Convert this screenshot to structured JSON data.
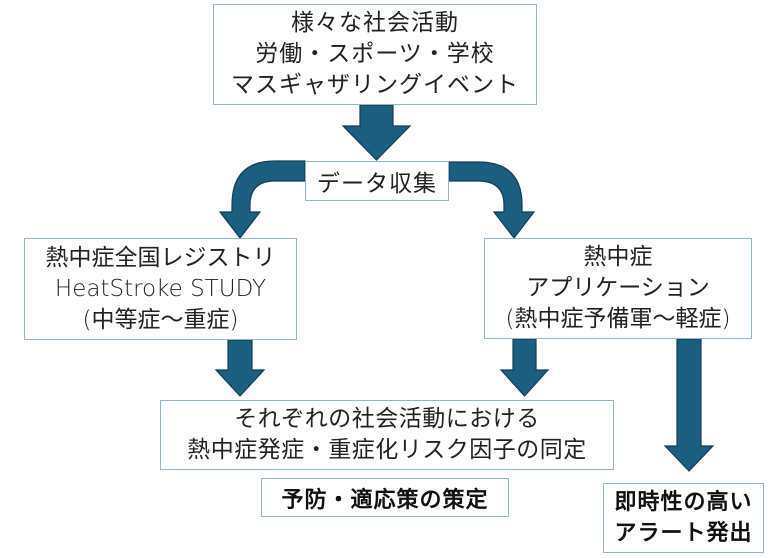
{
  "colors": {
    "arrow_fill": "#1b5e80",
    "arrow_outline": "#163e55",
    "box_border": "#92b6c8"
  },
  "boxes": {
    "social_activities": {
      "lines": [
        "様々な社会活動",
        "労働・スポーツ・学校",
        "マスギャザリングイベント"
      ]
    },
    "data_collection": {
      "lines": [
        "データ収集"
      ]
    },
    "registry": {
      "lines": [
        "熱中症全国レジストリ",
        "HeatStroke STUDY",
        "(中等症～重症)"
      ]
    },
    "application": {
      "lines": [
        "熱中症",
        "アプリケーション",
        "(熱中症予備軍～軽症)"
      ]
    },
    "risk_identification": {
      "lines": [
        "それぞれの社会活動における",
        "熱中症発症・重症化リスク因子の同定"
      ]
    },
    "prevention": {
      "lines": [
        "予防・適応策の策定"
      ]
    },
    "alert": {
      "lines": [
        "即時性の高い",
        "アラート発出"
      ]
    }
  },
  "arrows": [
    {
      "from": "social_activities",
      "to": "data_collection",
      "kind": "straight"
    },
    {
      "from": "data_collection",
      "to": "registry",
      "kind": "curved"
    },
    {
      "from": "data_collection",
      "to": "application",
      "kind": "curved"
    },
    {
      "from": "registry",
      "to": "risk_identification",
      "kind": "straight"
    },
    {
      "from": "application",
      "to": "risk_identification",
      "kind": "straight"
    },
    {
      "from": "application",
      "to": "alert",
      "kind": "straight"
    }
  ]
}
